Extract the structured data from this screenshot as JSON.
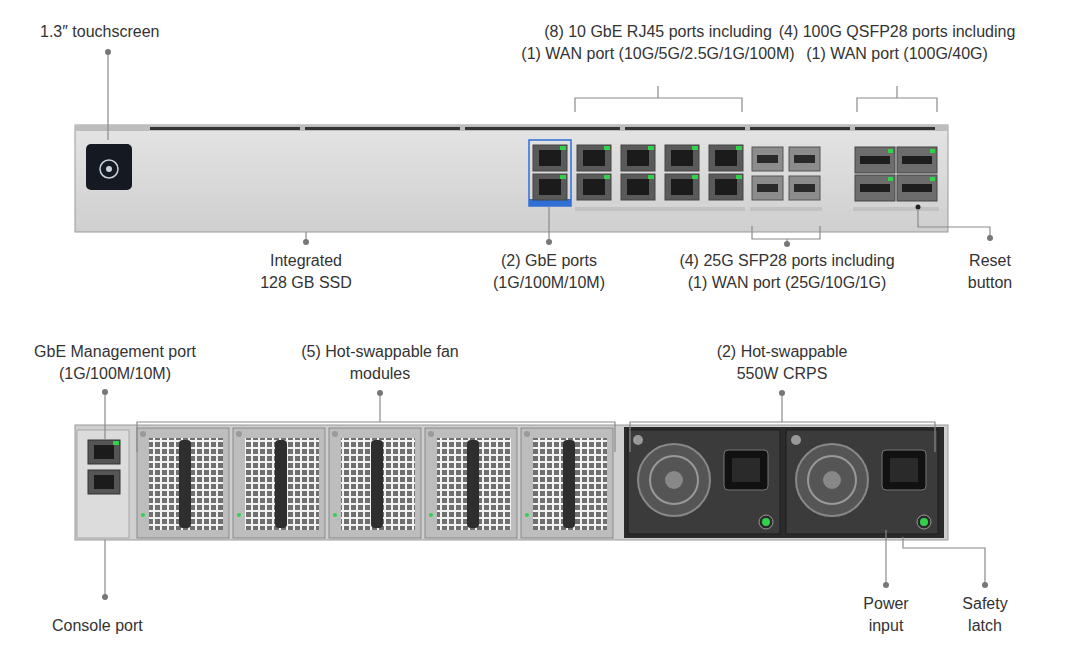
{
  "diagram": {
    "labels": [
      "1.3″ touchscreen",
      "(8) 10 GbE RJ45 ports including (1) WAN port (10G/5G/2.5G/1G/100M)",
      "(4) 100G QSFP28 ports including (1) WAN port (100G/40G)",
      "Integrated 128 GB SSD",
      "(2) GbE ports (1G/100M/10M)",
      "(4) 25G SFP28 ports including (1) WAN port (25G/10G/1G)",
      "Reset button",
      "GbE Management port (1G/100M/10M)",
      "(5) Hot-swappable fan modules",
      "(2) Hot-swappable 550W CRPS",
      "Console port",
      "Power input",
      "Safety latch"
    ]
  }
}
